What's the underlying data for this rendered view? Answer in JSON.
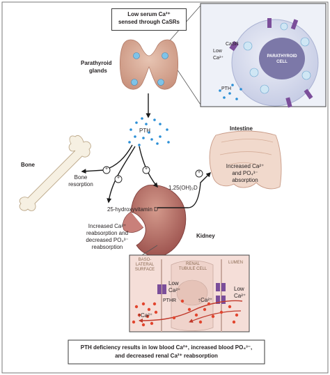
{
  "top_box": {
    "line1": "Low serum Ca²⁺",
    "line2": "sensed through CaSRs"
  },
  "inset_cell": {
    "casr": "CaSR",
    "low": "Low",
    "ca": "Ca²⁺",
    "cell_line1": "PARATHYROID",
    "cell_line2": "CELL",
    "pth": "PTH"
  },
  "parathyroid": {
    "line1": "Parathyroid",
    "line2": "glands"
  },
  "pth_label": "PTH",
  "bone": {
    "title": "Bone",
    "res_line1": "Bone",
    "res_line2": "resorption"
  },
  "intestine": {
    "title": "Intestine",
    "line1": "Increased Ca²⁺",
    "line2": "and PO₄³⁻",
    "line3": "absorption"
  },
  "vitd": {
    "active": "1,25(OH)₂D",
    "precursor": "25-hydroxyvitamin D"
  },
  "kidney": {
    "title": "Kidney",
    "line1": "Increased Ca²⁺",
    "line2": "reabsorption and",
    "line3": "decreased PO₄³⁻",
    "line4": "reabsorption"
  },
  "tubule": {
    "baso1": "BASO-",
    "baso2": "LATERAL",
    "baso3": "SURFACE",
    "renal1": "RENAL",
    "renal2": "TUBULE CELL",
    "lumen": "LUMEN",
    "low_l": "Low",
    "ca_l": "Ca²⁺",
    "low_r": "Low",
    "ca_r": "Ca²⁺",
    "pthr": "PTHR",
    "up_ca_mid": "↑Ca²⁺",
    "up_ca_left": "↑Ca²⁺"
  },
  "footer": {
    "line1": "PTH deficiency results in low blood Ca²⁺, increased blood PO₄³⁻,",
    "line2": "and decreased renal Ca²⁺ reabsorption"
  },
  "plus": "+",
  "colors": {
    "pth_dot": "#2b8fd6",
    "calcium_dot": "#e2452e",
    "receptor": "#7b4e9a",
    "cell": "#dfe3f2",
    "nucleus": "#7c78a8",
    "gland": "#d7a892",
    "kidney": "#b2706a",
    "intestine": "#efd3c4",
    "inset_bg": "#f5ded8"
  }
}
